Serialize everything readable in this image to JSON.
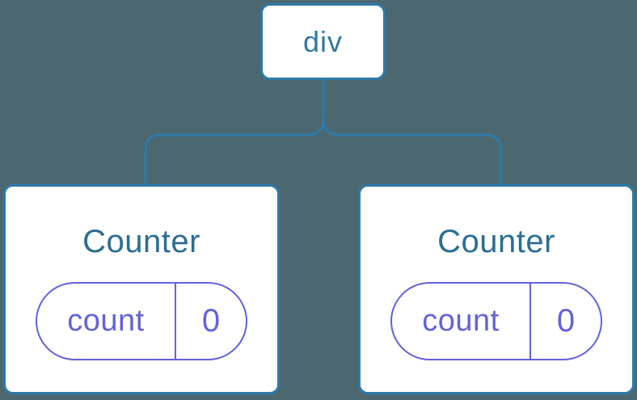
{
  "diagram": {
    "root": {
      "label": "div"
    },
    "children": [
      {
        "title": "Counter",
        "state": {
          "key": "count",
          "value": "0"
        }
      },
      {
        "title": "Counter",
        "state": {
          "key": "count",
          "value": "0"
        }
      }
    ]
  },
  "colors": {
    "background": "#4b6871",
    "node_fill": "#ffffff",
    "node_border": "#2e7aa9",
    "root_label": "#3078a6",
    "title": "#2b6e93",
    "state": "#6262dd"
  }
}
